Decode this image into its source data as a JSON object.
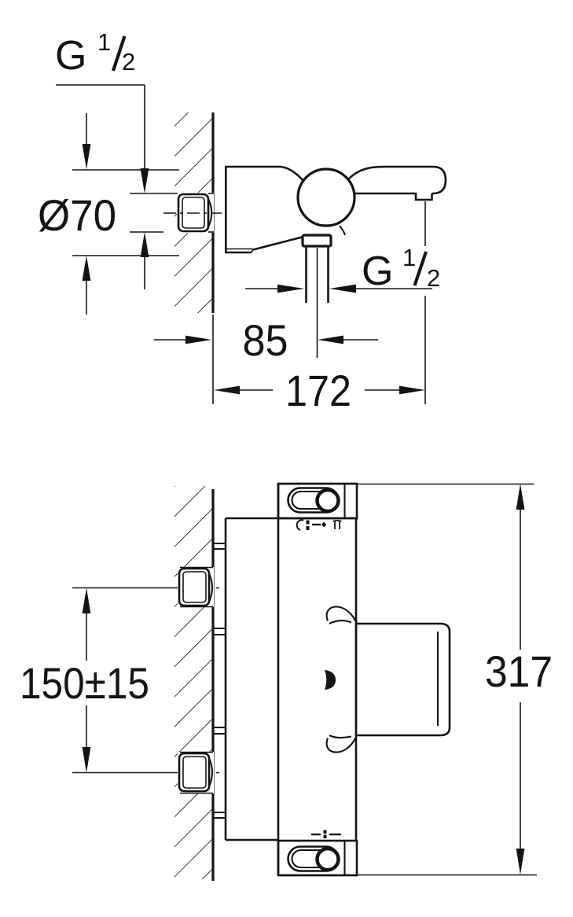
{
  "meta": {
    "background": "#ffffff",
    "ink": "#141414",
    "description": "Dimensional installation drawing of a wall-mounted bath/shower mixer: side view above, plan view below"
  },
  "side_view": {
    "wall_thread_label": {
      "prefix": "G",
      "numerator": "1",
      "denominator": "2"
    },
    "escutcheon_diameter_label": "Ø70",
    "shower_outlet_thread_label": {
      "prefix": "G",
      "numerator": "1",
      "denominator": "2"
    },
    "wall_to_shower_outlet_mm": "85",
    "wall_to_spout_tip_mm": "172"
  },
  "plan_view": {
    "inlet_spacing_mm": "150±15",
    "overall_width_mm": "317"
  }
}
